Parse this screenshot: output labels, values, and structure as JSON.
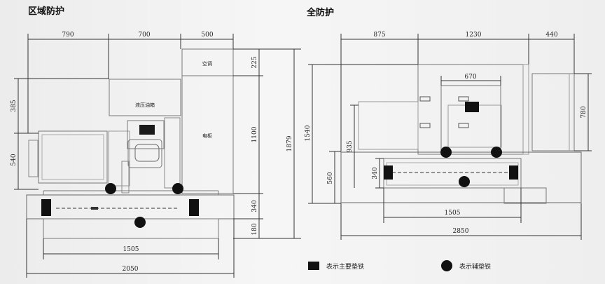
{
  "titles": {
    "left": "区域防护",
    "right": "全防护"
  },
  "left": {
    "dims": {
      "top": [
        "790",
        "700",
        "500"
      ],
      "left": [
        "385",
        "540"
      ],
      "right": [
        "225",
        "1100",
        "340",
        "180"
      ],
      "outer": "1879",
      "bottom_inner": "1505",
      "bottom_outer": "2050"
    },
    "labels": {
      "air": "空调",
      "tank": "液压油箱",
      "cabinet": "电柜"
    }
  },
  "right": {
    "dims": {
      "top": [
        "875",
        "1230",
        "440"
      ],
      "inner_top": "670",
      "left": [
        "1540",
        "935",
        "560",
        "340"
      ],
      "right": "780",
      "bottom_inner": "1505",
      "bottom_outer": "2850"
    }
  },
  "legend": {
    "main_pad": "表示主要垫铁",
    "aux_pad": "表示辅垫铁"
  },
  "colors": {
    "line": "#333333",
    "pad": "#111111",
    "frame": "#7a7a7a"
  }
}
